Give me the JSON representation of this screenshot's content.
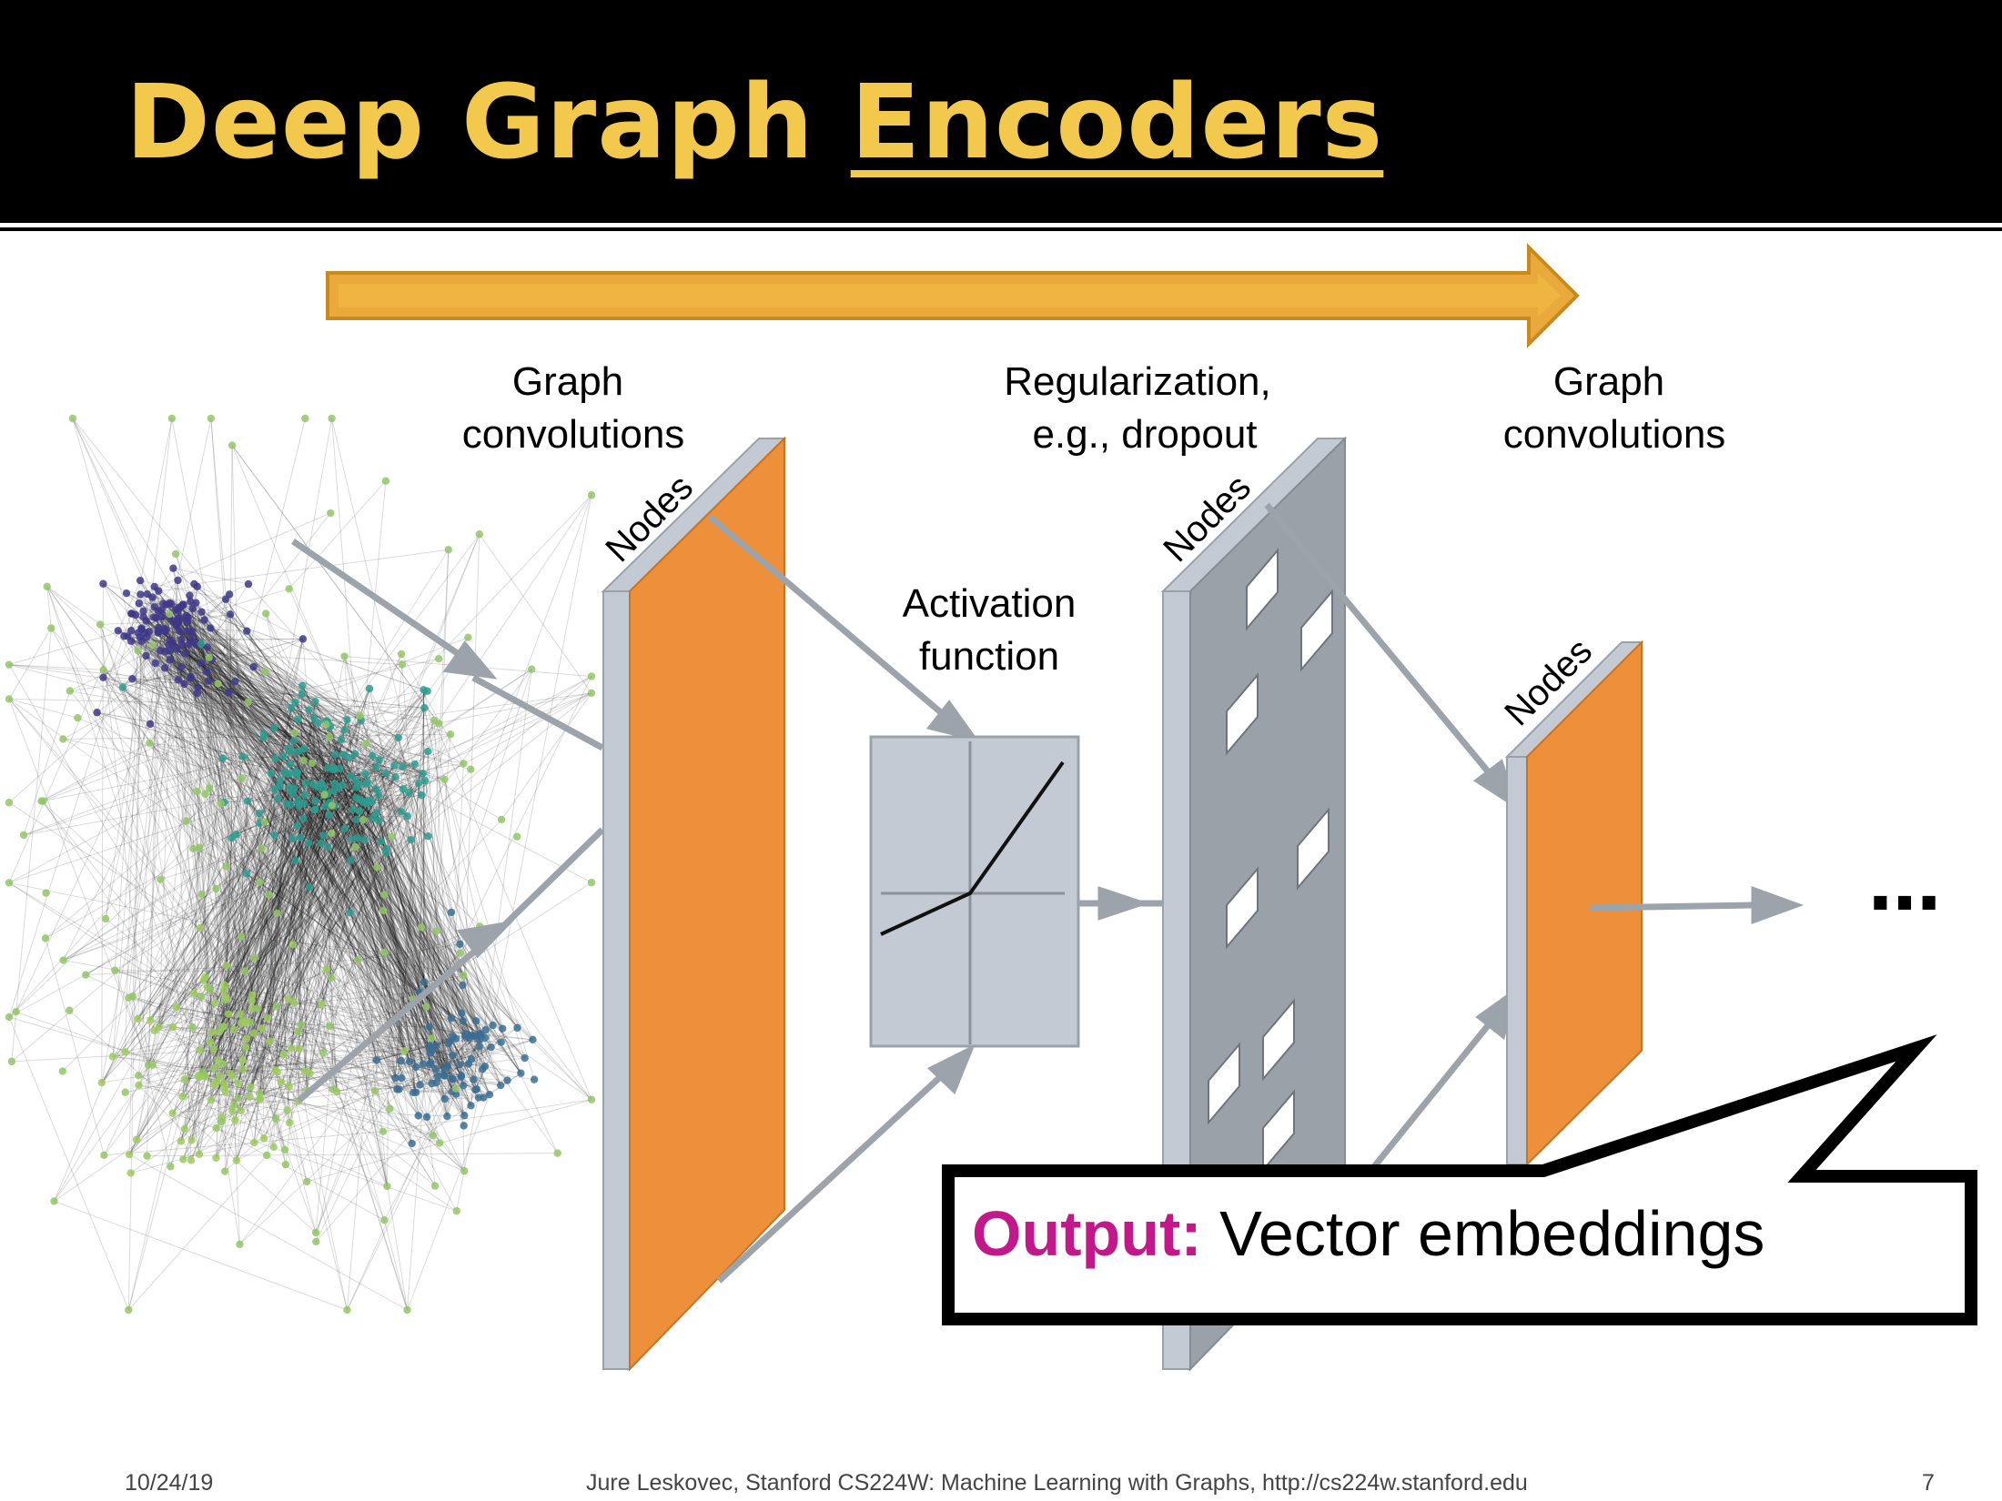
{
  "slide": {
    "title_plain": "Deep Graph ",
    "title_underlined": "Encoders"
  },
  "diagram": {
    "label_graph_conv_1_line1": "Graph",
    "label_graph_conv_1_line2": "convolutions",
    "label_regularization_line1": "Regularization,",
    "label_regularization_line2": "e.g., dropout",
    "label_graph_conv_2_line1": "Graph",
    "label_graph_conv_2_line2": "convolutions",
    "label_activation_line1": "Activation",
    "label_activation_line2": "function",
    "layer_label": "Nodes",
    "ellipsis": "…",
    "output_keyword": "Output:",
    "output_text": " Vector embeddings"
  },
  "footer": {
    "date": "10/24/19",
    "credit": "Jure Leskovec, Stanford CS224W: Machine Learning with Graphs, http://cs224w.stanford.edu",
    "page": "7"
  },
  "colors": {
    "title": "#f2c94c",
    "orange": "#ee8f3a",
    "gray_panel": "#c4cad3",
    "dark_panel": "#9aa1a8",
    "arrow_gold": "#e9a93b",
    "output_keyword": "#c2188a"
  }
}
